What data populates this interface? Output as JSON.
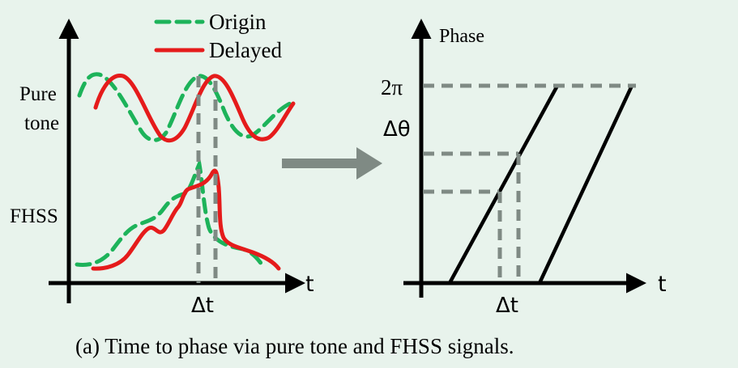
{
  "legend": {
    "origin": "Origin",
    "delayed": "Delayed"
  },
  "left_panel": {
    "label_pure_line1": "Pure",
    "label_pure_line2": "tone",
    "label_fhss": "FHSS",
    "x_axis_label": "t",
    "delta_label": "Δt"
  },
  "right_panel": {
    "y_axis_label": "Phase",
    "x_axis_label": "t",
    "tick_2pi": "2π",
    "tick_dtheta": "Δθ",
    "delta_label": "Δt"
  },
  "caption": "(a) Time to phase via pure tone and FHSS signals.",
  "colors": {
    "background": "#e8f3ec",
    "origin": "#1db35a",
    "delayed": "#e51b1b",
    "guide": "#7f8a84",
    "arrow": "#7f8a84"
  }
}
